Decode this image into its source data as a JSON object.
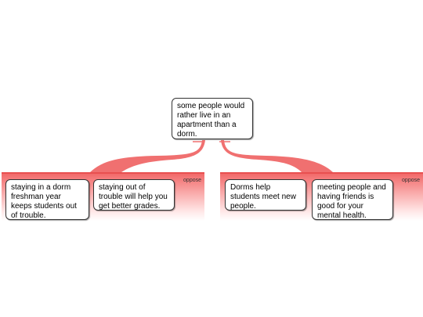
{
  "colors": {
    "accent": "#f07070",
    "panel_top": "#f26a6a",
    "node_border": "#333333",
    "node_bg": "#ffffff"
  },
  "root": {
    "text": "some people would rather live in an apartment than a dorm."
  },
  "branches": [
    {
      "tag": "oppose",
      "claims": [
        {
          "text": "staying in a dorm freshman year keeps students out of trouble."
        },
        {
          "text": "staying out of trouble will help you get better grades."
        }
      ]
    },
    {
      "tag": "oppose",
      "claims": [
        {
          "text": "Dorms help students meet new people."
        },
        {
          "text": "meeting people and having friends is good for your mental health."
        }
      ]
    }
  ]
}
